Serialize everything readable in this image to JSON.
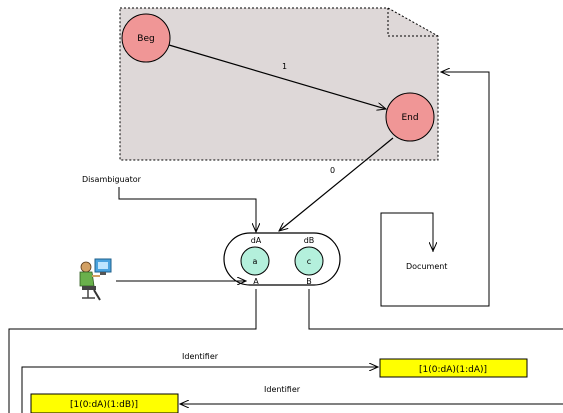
{
  "nodes": {
    "beg_label": "Beg",
    "end_label": "End"
  },
  "edges": {
    "beg_to_end_label": "1",
    "end_to_component_label": "0"
  },
  "labels": {
    "disambiguator": "Disambiguator",
    "document": "Document",
    "identifier_top": "Identifier",
    "identifier_bottom": "Identifier"
  },
  "component": {
    "port_a_top": "dA",
    "port_b_top": "dB",
    "state_a": "a",
    "state_c": "c",
    "port_a_bottom": "A",
    "port_b_bottom": "B"
  },
  "boxes": {
    "box_right": "[1(0:dA)(1:dA)]",
    "box_left": "[1(0:dA)(1:dB)]"
  },
  "colors": {
    "document_fill": "#ded8d8",
    "node_fill": "#f09696",
    "state_fill": "#b4f0dc",
    "box_fill": "#ffff00",
    "person_skin": "#d2a064",
    "person_shirt": "#6ab04c"
  }
}
